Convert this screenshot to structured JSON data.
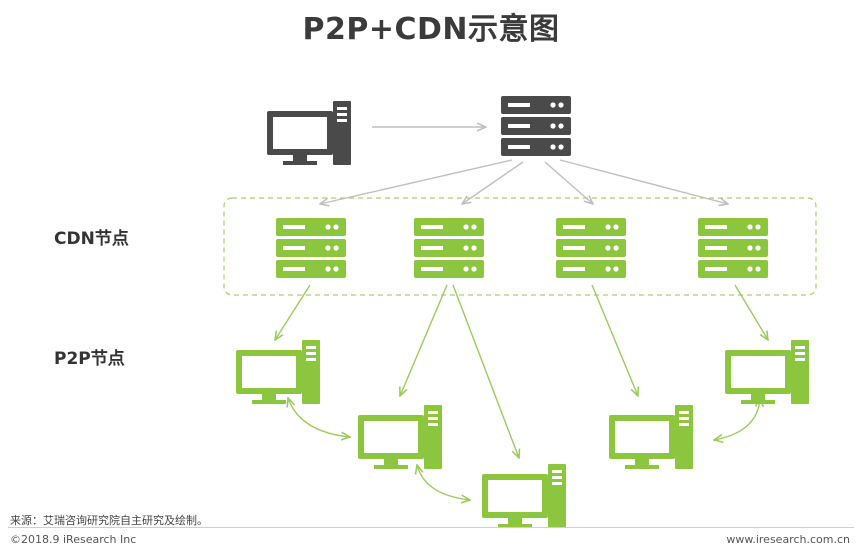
{
  "title": "P2P+CDN示意图",
  "labels": {
    "cdn": "CDN节点",
    "p2p": "P2P节点"
  },
  "footer": {
    "source": "来源：艾瑞咨询研究院自主研究及绘制。",
    "copyright": "©2018.9 iResearch Inc",
    "website": "www.iresearch.com.cn"
  },
  "colors": {
    "dark": "#4a4a4a",
    "green": "#8cc63f",
    "arrow_gray": "#bfbfbf",
    "arrow_green": "#9bcb5c"
  },
  "icons": {
    "client": "computer-icon",
    "origin": "server-icon",
    "cdn_node": "server-icon",
    "p2p_node": "computer-icon"
  }
}
